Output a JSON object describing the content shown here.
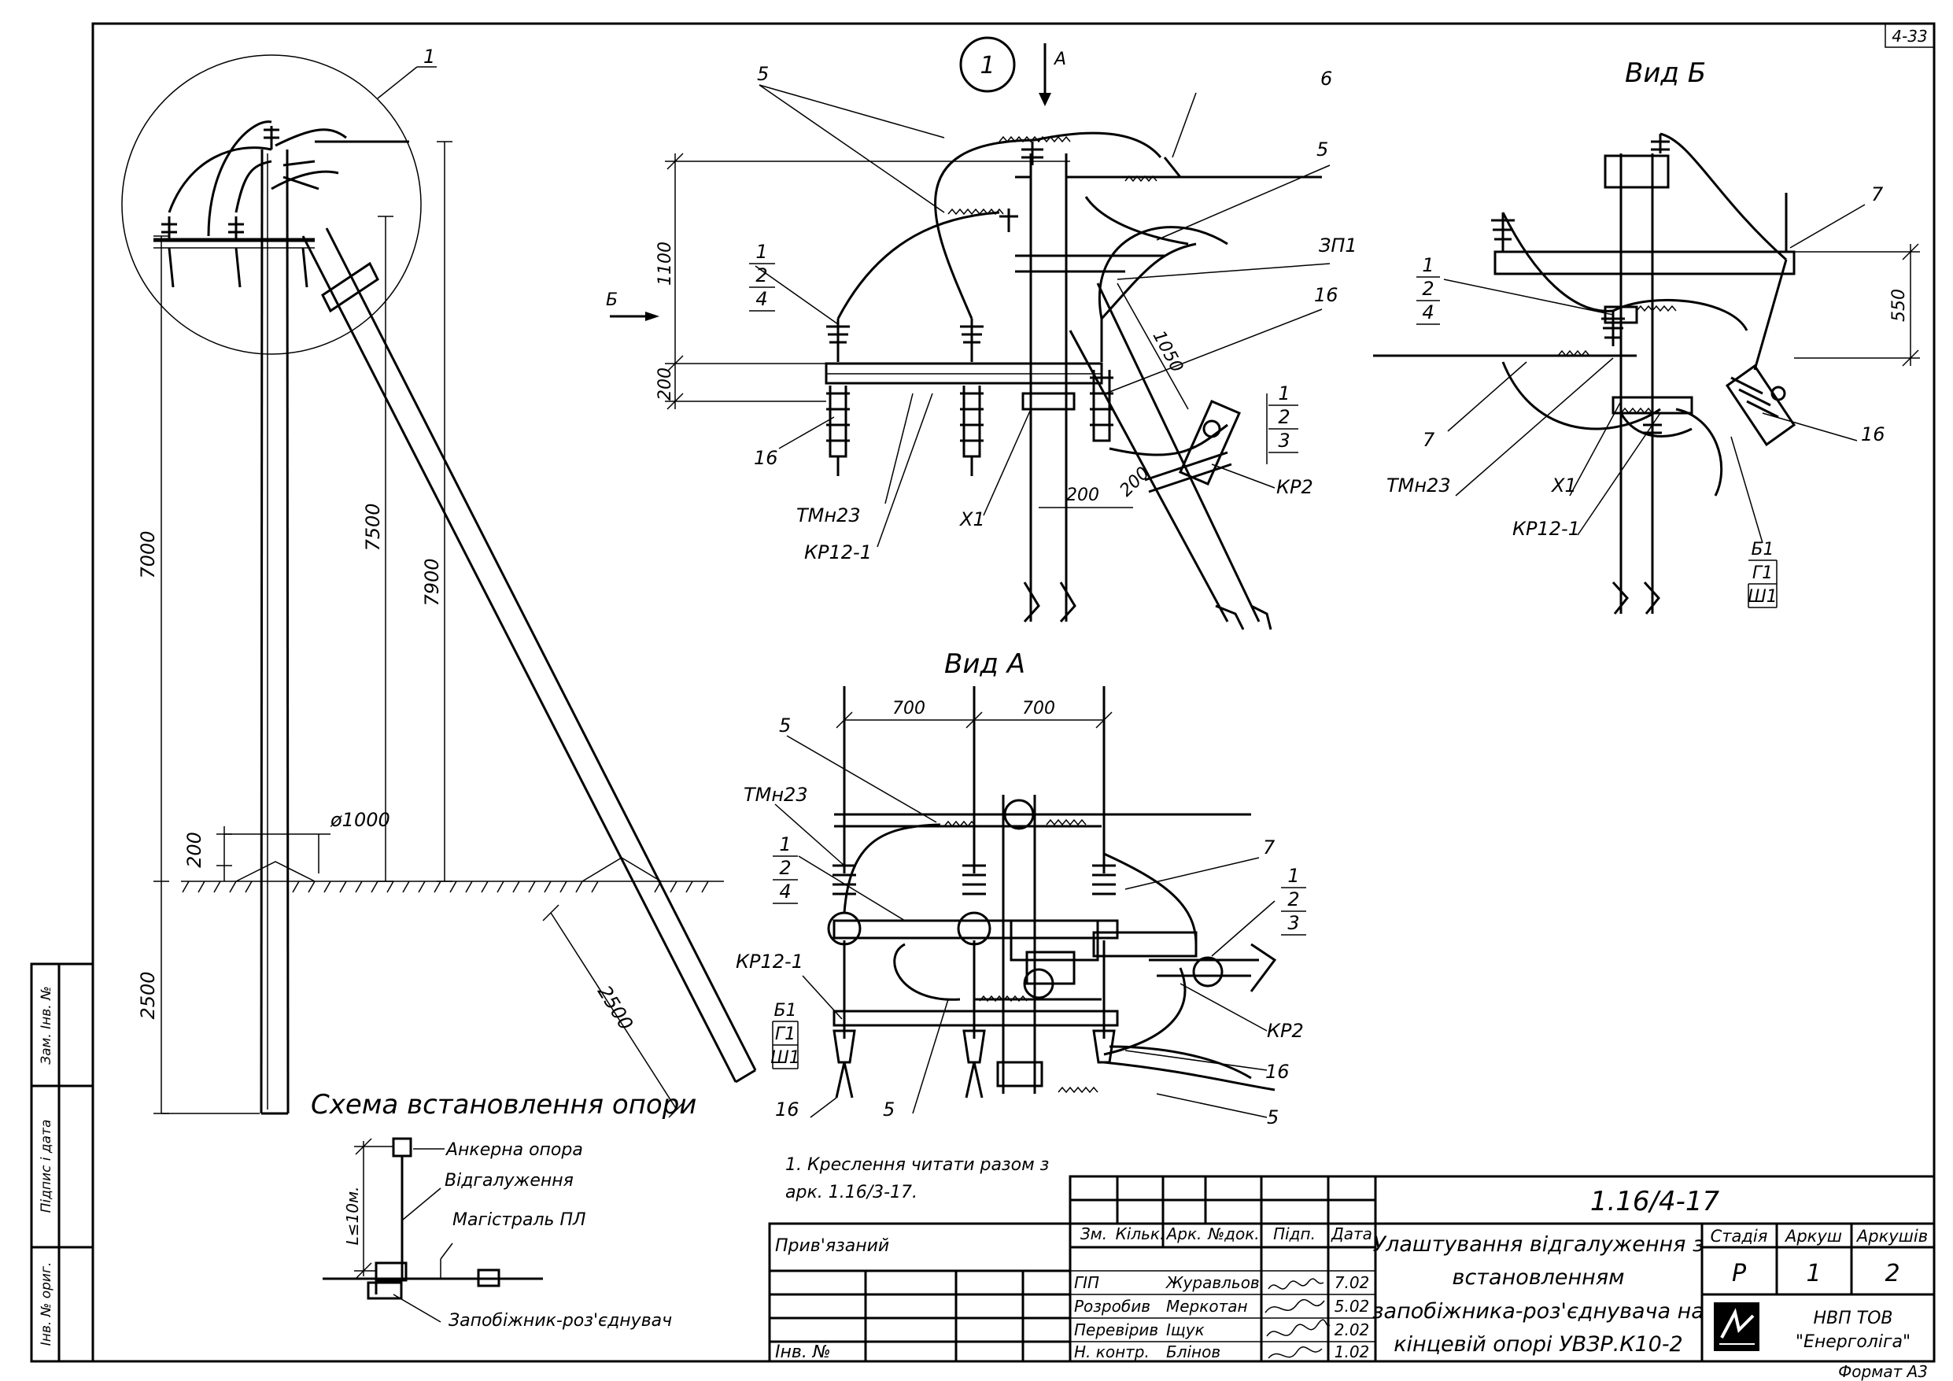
{
  "sheet": {
    "corner_code": "4-33",
    "format": "Формат А3"
  },
  "scheme": {
    "callout_1": "1",
    "dim_7000": "7000",
    "dim_7500": "7500",
    "dim_7900": "7900",
    "dim_2500": "2500",
    "dim_200": "200",
    "dim_diam1000": "ø1000",
    "dim_2500_strut": "2500",
    "title": "Схема встановлення опори"
  },
  "view1": {
    "number": "1",
    "arrow_a": "А",
    "arrow_b": "Б",
    "dim_1100": "1100",
    "dim_200": "200",
    "dim_1050": "1050",
    "dim_200_a": "200",
    "dim_200_b": "200",
    "labels": {
      "l5a": "5",
      "l6": "6",
      "l5b": "5",
      "zp1": "ЗП1",
      "l16a": "16",
      "l1": "1",
      "l2": "2",
      "l3": "3",
      "kr2": "КР2",
      "frac_1": "1",
      "frac_2": "2",
      "frac_4": "4",
      "l16b": "16",
      "tmn23": "ТМн23",
      "kr12": "КР12-1",
      "x1": "Х1"
    }
  },
  "view_b": {
    "title": "Вид Б",
    "dim_550": "550",
    "labels": {
      "l7a": "7",
      "frac_1": "1",
      "frac_2": "2",
      "frac_4": "4",
      "l7b": "7",
      "tmn23": "ТМн23",
      "x1": "Х1",
      "kr12": "КР12-1",
      "l16": "16",
      "b1": "Б1",
      "g1": "Г1",
      "sh1": "Ш1"
    }
  },
  "view_a": {
    "title": "Вид А",
    "dim_700a": "700",
    "dim_700b": "700",
    "labels": {
      "l5a": "5",
      "tmn23": "ТМн23",
      "frac_1": "1",
      "frac_2": "2",
      "frac_4": "4",
      "kr12": "КР12-1",
      "b1": "Б1",
      "g1": "Г1",
      "sh1": "Ш1",
      "l16a": "16",
      "l5b": "5",
      "l7": "7",
      "r1": "1",
      "r2": "2",
      "r3": "3",
      "kr2": "КР2",
      "l16b": "16",
      "l5c": "5"
    }
  },
  "mini_scheme": {
    "anchor": "Анкерна опора",
    "branch": "Відгалуження",
    "main": "Магістраль ПЛ",
    "fuse": "Запобіжник-роз'єднувач",
    "dim": "L≤10м."
  },
  "note": {
    "line1": "1. Креслення читати разом з",
    "line2": "арк. 1.16/3-17."
  },
  "side_stamp": {
    "c1": "Зам. Інв. №",
    "c2": "Підпис і дата",
    "c3": "Інв. № ориг."
  },
  "title_block": {
    "bound": "Прив'язаний",
    "inv": "Інв. №",
    "code": "1.16/4-17",
    "title_lines": [
      "Улаштування відгалуження з",
      "встановленням",
      "запобіжника-роз'єднувача на",
      "кінцевій опорі УВЗР.К10-2"
    ],
    "headers": [
      "Зм.",
      "Кільк.",
      "Арк.",
      "№док.",
      "Підп.",
      "Дата"
    ],
    "rows": [
      {
        "role": "ГІП",
        "name": "Журавльов",
        "date": "7.02"
      },
      {
        "role": "Розробив",
        "name": "Меркотан",
        "date": "5.02"
      },
      {
        "role": "Перевірив",
        "name": "Іщук",
        "date": "2.02"
      },
      {
        "role": "Н. контр.",
        "name": "Блінов",
        "date": "1.02"
      }
    ],
    "stage_hdr": "Стадія",
    "sheet_hdr": "Аркуш",
    "sheets_hdr": "Аркушів",
    "stage": "Р",
    "sheet": "1",
    "sheets": "2",
    "org_line1": "НВП ТОВ",
    "org_line2": "\"Енерголіга\""
  }
}
